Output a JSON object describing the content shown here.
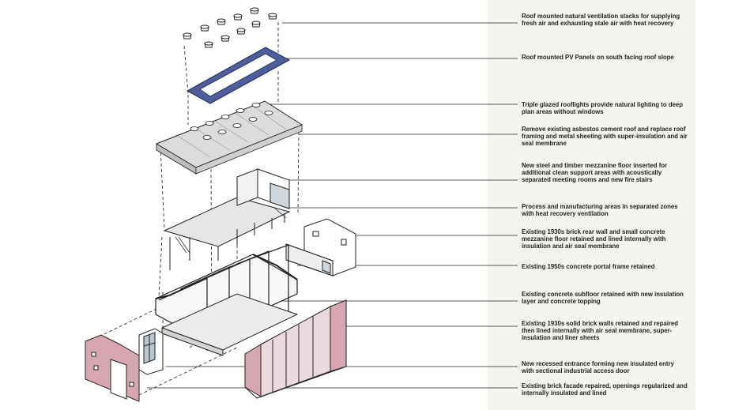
{
  "annotations": [
    {
      "id": "ventilation-stacks",
      "text": "Roof mounted natural ventilation stacks for supplying fresh air and exhausting stale air with heat recovery"
    },
    {
      "id": "pv-panels",
      "text": "Roof mounted PV Panels on south facing roof slope"
    },
    {
      "id": "rooflights",
      "text": "Triple glazed rooflights provide natural lighting to deep plan areas without windows"
    },
    {
      "id": "asbestos-roof",
      "text": "Remove existing asbestos cement roof and replace roof framing and metal sheeting with super-insulation and air seal membrane"
    },
    {
      "id": "mezzanine-floor",
      "text": "New steel and timber mezzanine floor inserted for additional clean support areas with acoustically separated meeting rooms and new fire stairs"
    },
    {
      "id": "manufacturing-areas",
      "text": "Process and manufacturing areas in separated zones with heat recovery ventilation"
    },
    {
      "id": "rear-wall",
      "text": "Existing 1930s brick rear wall and small concrete mezzanine floor retained and lined internally with insulation and air seal membrane"
    },
    {
      "id": "portal-frame",
      "text": "Existing 1950s concrete portal frame retained"
    },
    {
      "id": "subfloor",
      "text": "Existing concrete subfloor retained with new insulation layer and concrete topping"
    },
    {
      "id": "brick-walls",
      "text": "Existing 1930s solid brick walls retained and repaired then lined internally with air seal membrane, super-insulation and liner sheets"
    },
    {
      "id": "recessed-entrance",
      "text": "New recessed entrance forming new insulated entry with sectional industrial access door"
    },
    {
      "id": "brick-facade",
      "text": "Existing brick facade repaired, openings regularized and internally insulated and lined"
    }
  ],
  "colors": {
    "panel": "#f6f4ee",
    "line": "#222222",
    "brick": "#d7a7b1",
    "pv": "#4d5e9a",
    "roof": "#d9d9d9"
  }
}
